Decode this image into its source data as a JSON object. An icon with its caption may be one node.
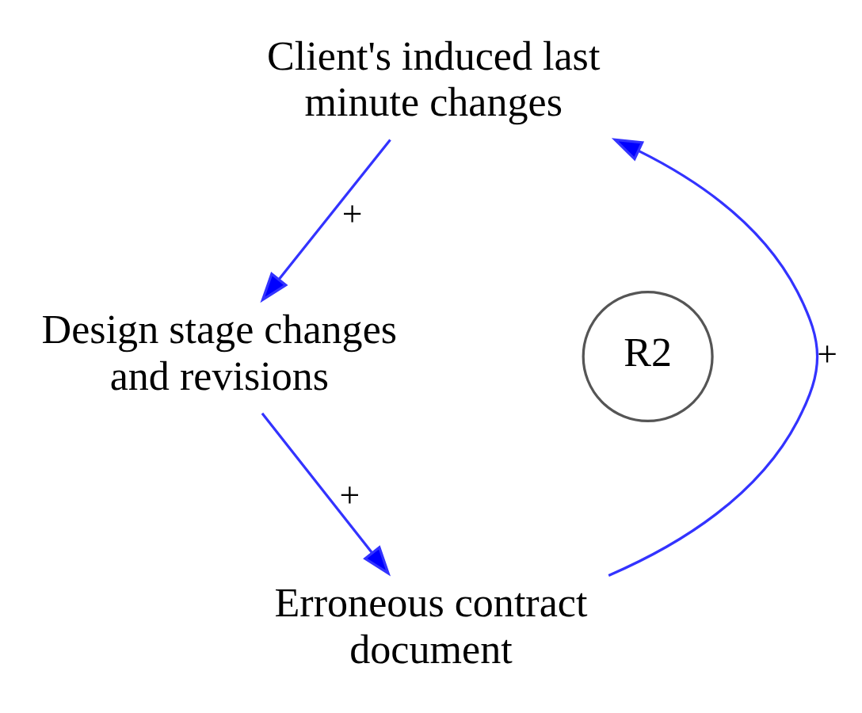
{
  "diagram": {
    "nodes": [
      {
        "text": [
          "Client's induced last minute changes"
        ]
      },
      {
        "text": [
          "Design stage changes and revisions"
        ]
      },
      {
        "text": [
          "Erroneous contract document"
        ]
      },
      {
        "text": [
          "R2"
        ]
      }
    ],
    "edges": [
      {
        "from": 0,
        "to": 1,
        "arrow": "to",
        "label": "+"
      },
      {
        "from": 1,
        "to": 2,
        "arrow": "to",
        "label": "+"
      },
      {
        "from": 2,
        "to": 0,
        "arrow": "to",
        "label": "+"
      }
    ]
  }
}
